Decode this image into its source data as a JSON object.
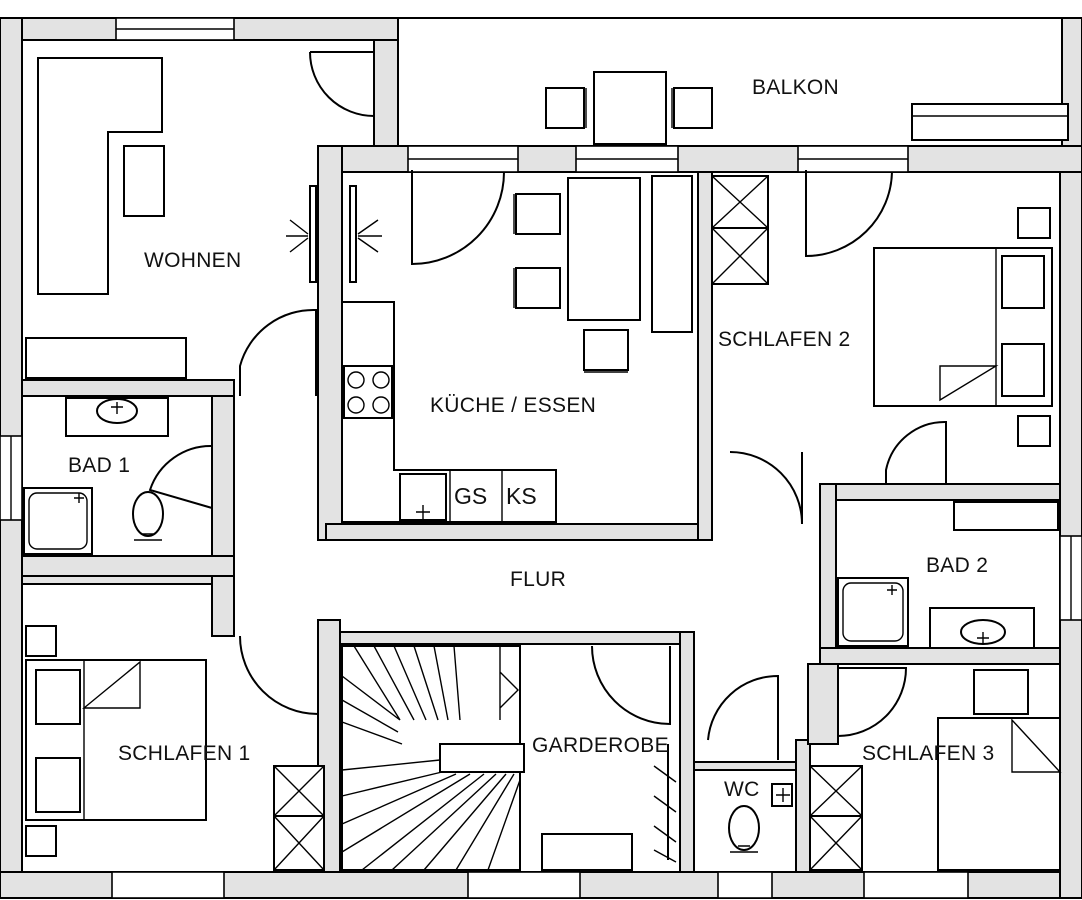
{
  "rooms": {
    "balkon": "BALKON",
    "wohnen": "WOHNEN",
    "kueche_essen": "KÜCHE / ESSEN",
    "schlafen_2": "SCHLAFEN 2",
    "bad_1": "BAD 1",
    "flur": "FLUR",
    "bad_2": "BAD 2",
    "schlafen_1": "SCHLAFEN 1",
    "garderobe": "GARDEROBE",
    "wc": "WC",
    "schlafen_3": "SCHLAFEN 3"
  },
  "appliances": {
    "dishwasher": "GS",
    "fridge": "KS"
  },
  "colors": {
    "wall_fill": "#e3e3e3",
    "line": "#000000",
    "background": "#ffffff"
  }
}
